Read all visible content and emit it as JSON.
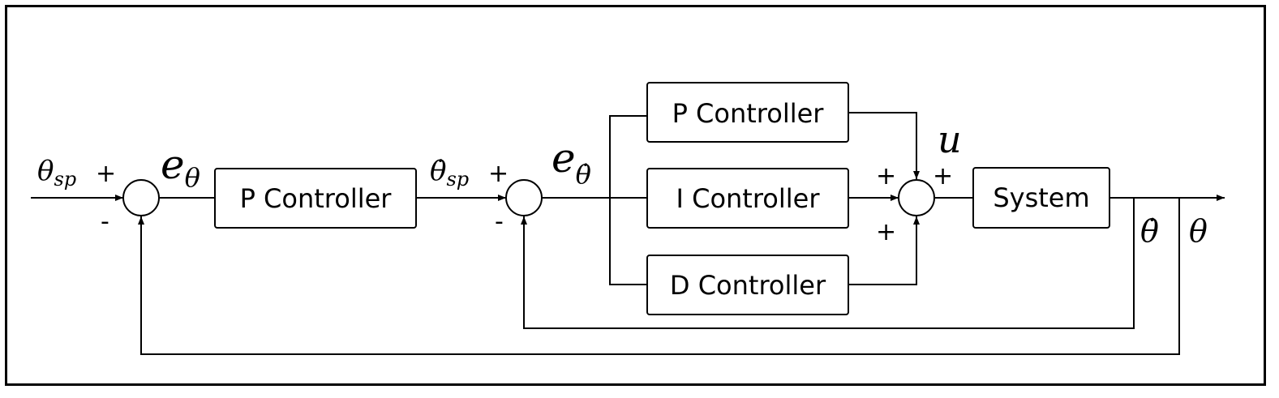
{
  "outer_loop": {
    "input_symbol": "θ",
    "input_sub": "sp",
    "error_symbol": "e",
    "error_sub": "θ",
    "plus_sign": "+",
    "minus_sign": "-",
    "controller_label": "P Controller"
  },
  "inner_loop": {
    "input_symbol": "θ̇",
    "input_sub": "sp",
    "error_symbol": "e",
    "error_sub": "θ̇",
    "plus_sign": "+",
    "minus_sign": "-",
    "p_label": "P Controller",
    "i_label": "I Controller",
    "d_label": "D Controller"
  },
  "summer": {
    "plus_top": "+",
    "plus_left": "+",
    "plus_bottom": "+"
  },
  "plant": {
    "control_signal": "u",
    "label": "System",
    "rate_output": "θ̇",
    "angle_output": "θ"
  }
}
